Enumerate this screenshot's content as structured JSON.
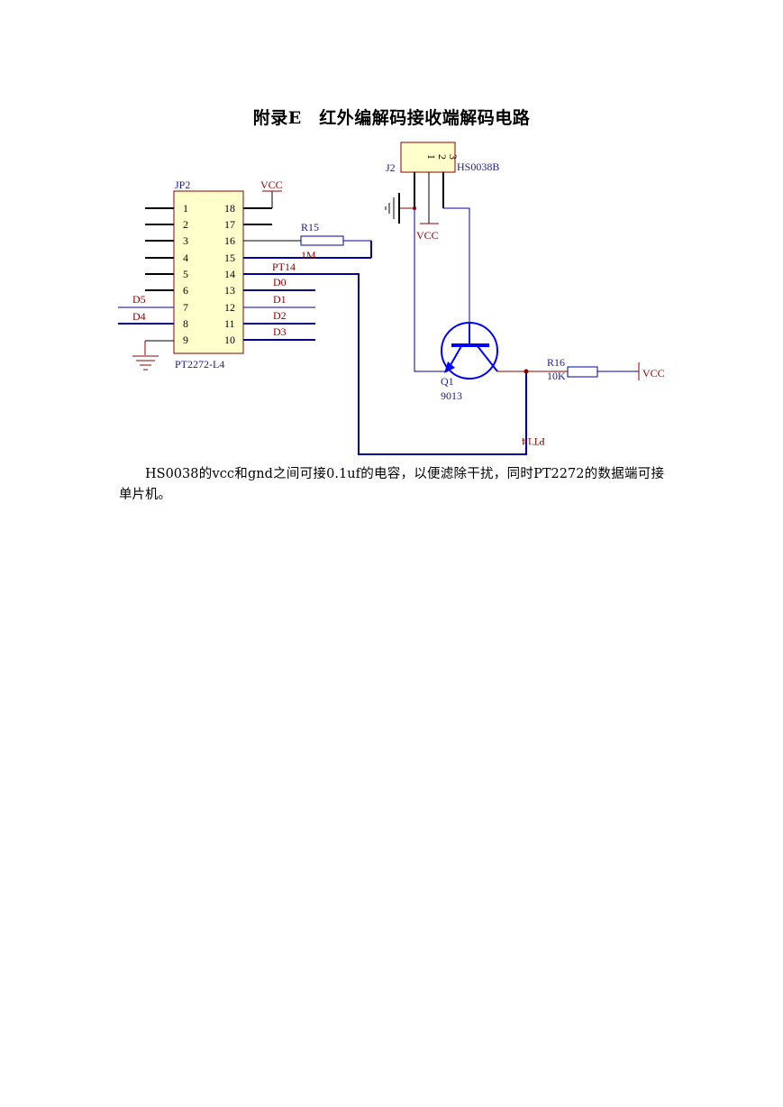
{
  "page": {
    "title": "附录E　红外编解码接收端解码电路"
  },
  "schematic": {
    "ic": {
      "designator": "JP2",
      "part": "PT2272-L4",
      "left_pins": [
        "1",
        "2",
        "3",
        "4",
        "5",
        "6",
        "7",
        "8",
        "9"
      ],
      "right_pins": [
        "18",
        "17",
        "16",
        "15",
        "14",
        "13",
        "12",
        "11",
        "10"
      ]
    },
    "receiver": {
      "designator": "J2",
      "part": "HS0038B",
      "pin_labels": [
        "1",
        "2",
        "3"
      ]
    },
    "transistor": {
      "designator": "Q1",
      "part": "9013"
    },
    "resistors": {
      "r15_name": "R15",
      "r15_value": "1M",
      "r16_name": "R16",
      "r16_value": "10K"
    },
    "net_labels": {
      "vcc_ic": "VCC",
      "vcc_receiver": "VCC",
      "vcc_r16": "VCC",
      "pt14_top": "PT14",
      "pt14_side": "PT14",
      "d0": "D0",
      "d1": "D1",
      "d2": "D2",
      "d3": "D3",
      "d4": "D4",
      "d5": "D5"
    },
    "colors": {
      "component_body": "#FFFFCC",
      "component_outline": "#8B0000",
      "label_red": "#8B0000",
      "wire_blue": "#0000A0",
      "designator_blue": "#1E1E8C",
      "transistor_blue": "#0000FF"
    }
  },
  "body_text": "HS0038的vcc和gnd之间可接0.1uf的电容，以便滤除干扰，同时PT2272的数据端可接单片机。"
}
